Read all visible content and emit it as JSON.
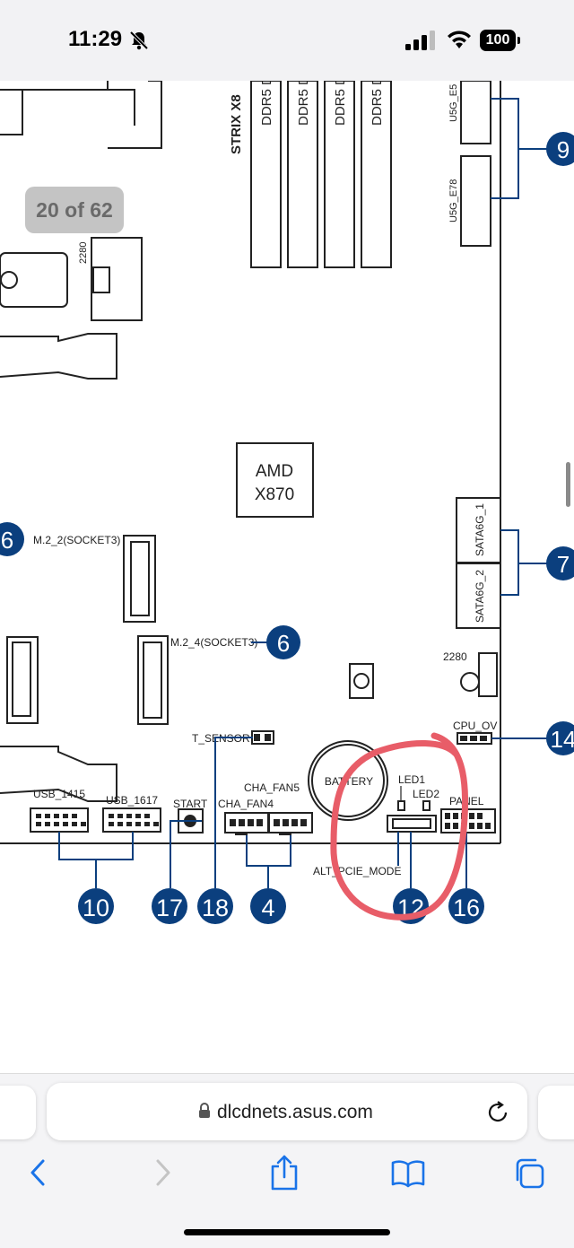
{
  "status_bar": {
    "time": "11:29",
    "battery": "100",
    "icons": [
      "bell-slash-icon",
      "cellular-signal-icon",
      "wifi-icon",
      "battery-icon"
    ]
  },
  "viewer": {
    "page_counter": "20 of 62"
  },
  "schematic": {
    "brand": "STRIX X8",
    "ddr_slots": [
      "DDR5 D",
      "DDR5 D",
      "DDR5 D",
      "DDR5 D"
    ],
    "chipset": {
      "line1": "AMD",
      "line2": "X870"
    },
    "usb_e5": "U5G_E5",
    "usb_e78": "U5G_E78",
    "m2_size_top": "2280",
    "m2_size_right": "2280",
    "m2_2": "M.2_2(SOCKET3)",
    "m2_4": "M.2_4(SOCKET3)",
    "sata1": "SATA6G_1",
    "sata2": "SATA6G_2",
    "cpu_ov": "CPU_OV",
    "t_sensor": "T_SENSOR",
    "battery": "BATTERY",
    "led1": "LED1",
    "led2": "LED2",
    "panel": "PANEL",
    "alt_pcie": "ALT_PCIE_MODE",
    "usb_1415": "USB_1415",
    "usb_1617": "USB_1617",
    "start": "START",
    "cha_fan4": "CHA_FAN4",
    "cha_fan5": "CHA_FAN5",
    "callouts": {
      "c9": "9",
      "c7": "7",
      "c6a": "6",
      "c6b": "6",
      "c14": "14",
      "c10": "10",
      "c17": "17",
      "c18": "18",
      "c4": "4",
      "c12": "12",
      "c16": "16"
    },
    "colors": {
      "callout": "#0b3f7e",
      "annotation": "#e85d68",
      "outline": "#222222"
    }
  },
  "browser": {
    "url": "dlcdnets.asus.com",
    "toolbar": [
      "back-icon",
      "forward-icon",
      "share-icon",
      "bookmarks-icon",
      "tabs-icon"
    ]
  }
}
